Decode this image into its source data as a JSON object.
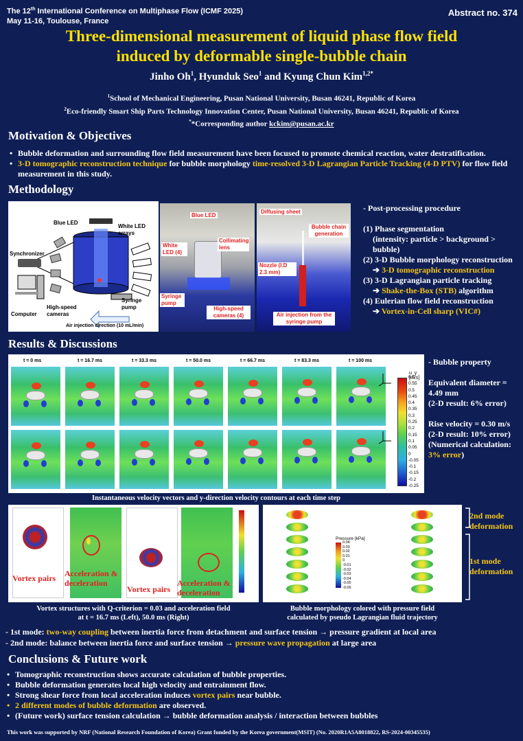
{
  "header": {
    "conf_line1": "The 12th International Conference on Multiphase Flow (ICMF 2025)",
    "conf_line2": "May 11-16, Toulouse, France",
    "abstract_no": "Abstract no. 374",
    "title_line1": "Three-dimensional measurement of liquid phase flow field",
    "title_line2": "induced by deformable single-bubble chain",
    "authors": "Jinho Oh1, Hyunduk Seo1 and Kyung Chun Kim1,2*",
    "affil1": "1School of Mechanical Engineering, Pusan National University, Busan 46241, Republic of Korea",
    "affil2": "2Eco-friendly Smart Ship Parts Technology Innovation Center, Pusan National University, Busan 46241, Republic of Korea",
    "corresponding_prefix": "*Corresponding author ",
    "corresponding_email": "kckim@pusan.ac.kr"
  },
  "motivation": {
    "heading": "Motivation & Objectives",
    "bullet1": "Bubble deformation and surrounding flow field measurement have been focused to promote chemical reaction, water destratification.",
    "bullet2_a": "3-D tomographic reconstruction technique",
    "bullet2_b": " for bubble morphology ",
    "bullet2_c": "time-resolved 3-D Lagrangian Particle Tracking (4-D PTV)",
    "bullet2_d": " for flow field measurement in this study."
  },
  "methodology": {
    "heading": "Methodology",
    "diagram_labels": {
      "blue_led": "Blue LED",
      "white_led_arrays": "White LED arrays",
      "synchronizer": "Synchronizer",
      "computer": "Computer",
      "high_speed_cameras": "High-speed cameras",
      "syringe_pump": "Syringe pump",
      "air_injection": "Air injection direction (10 mL/min)"
    },
    "photo1_labels": {
      "blue_led": "Blue LED",
      "white_led": "White LED (4)",
      "collimating_lens": "Collimating lens",
      "syringe_pump": "Syringe pump",
      "cameras": "High-speed cameras (4)"
    },
    "photo2_labels": {
      "diffusing_sheet": "Diffusing sheet",
      "bubble_chain": "Bubble chain generation",
      "nozzle": "Nozzle (I.D 2.3 mm)",
      "air_injection": "Air injection from the syringe pump"
    },
    "post": {
      "title": "- Post-processing procedure",
      "step1": "(1) Phase segmentation",
      "step1b": "(intensity: particle > background > bubble)",
      "step2": "(2) 3-D Bubble morphology reconstruction",
      "step2b": "3-D tomographic reconstruction",
      "step3": "(3) 3-D Lagrangian particle tracking",
      "step3b": "Shake-the-Box (STB)",
      "step3c": " algorithm",
      "step4": "(4) Eulerian flow field reconstruction",
      "step4b": "Vortex-in-Cell sharp (VIC#)"
    }
  },
  "results": {
    "heading": "Results & Discussions",
    "time_labels": [
      "t = 0 ms",
      "t = 16.7 ms",
      "t = 33.3 ms",
      "t = 50.0 ms",
      "t = 66.7 ms",
      "t = 83.3 ms",
      "t = 100 ms"
    ],
    "colorbar_title": "u_y [m/s]",
    "colorbar_ticks": [
      "0.6",
      "0.55",
      "0.5",
      "0.45",
      "0.4",
      "0.35",
      "0.3",
      "0.25",
      "0.2",
      "0.15",
      "0.1",
      "0.05",
      "0",
      "-0.05",
      "-0.1",
      "-0.15",
      "-0.2",
      "-0.25"
    ],
    "fig1_caption": "Instantaneous velocity vectors and y-direction velocity contours at each time step",
    "bubble_property": {
      "title": "- Bubble property",
      "eq_diam": "Equivalent diameter = 4.49 mm",
      "eq_diam_note": "(2-D result: 6% error)",
      "rise_vel": "Rise velocity = 0.30 m/s",
      "rise_vel_note": "(2-D result: 10% error)",
      "num_calc": "(Numerical calculation: ",
      "num_err": "3% error",
      "num_close": ")"
    },
    "vortex_labels": {
      "vortex_pairs": "Vortex pairs",
      "accel": "Acceleration & deceleration"
    },
    "fig2_caption_a": "Vortex structures with Q-criterion = 0.03 and acceleration field",
    "fig2_caption_b": "at t = 16.7 ms (Left), 50.0 ms (Right)",
    "pressure_legend_title": "Pressure [kPa]",
    "pressure_ticks": [
      "0.04",
      "0.03",
      "0.02",
      "0.01",
      "0",
      "-0.01",
      "-0.02",
      "-0.03",
      "-0.04",
      "-0.05",
      "-0.06"
    ],
    "fig3_caption_a": "Bubble morphology colored with pressure field",
    "fig3_caption_b": "calculated by pseudo Lagrangian fluid trajectory",
    "mode2": "2nd mode deformation",
    "mode1": "1st mode deformation",
    "note1_a": "- 1st mode: ",
    "note1_b": "two-way coupling",
    "note1_c": " between inertia force from detachment and surface tension → pressure gradient at local area",
    "note2_a": "- 2nd mode: balance between inertia force and surface tension → ",
    "note2_b": "pressure wave propagation",
    "note2_c": " at large area"
  },
  "conclusions": {
    "heading": "Conclusions & Future work",
    "c1": "Tomographic reconstruction shows accurate calculation of bubble properties.",
    "c2": "Bubble deformation generates local high velocity and entrainment flow.",
    "c3a": "Strong shear force from local acceleration induces ",
    "c3b": "vortex pairs",
    "c3c": " near bubble.",
    "c4a": "2 different modes of bubble deformation",
    "c4b": " are observed.",
    "c5": "(Future work) surface tension calculation → bubble deformation analysis / interaction between bubbles"
  },
  "footer": "This work was supported by NRF (National Research Foundation of Korea) Grant funded by the Korea government(MSIT) (No. 2020R1A5A8018822, RS-2024-00345535)",
  "colors": {
    "background": "#0f1f55",
    "title": "#ffe200",
    "accent": "#f5c518",
    "annotation": "#e02020"
  }
}
